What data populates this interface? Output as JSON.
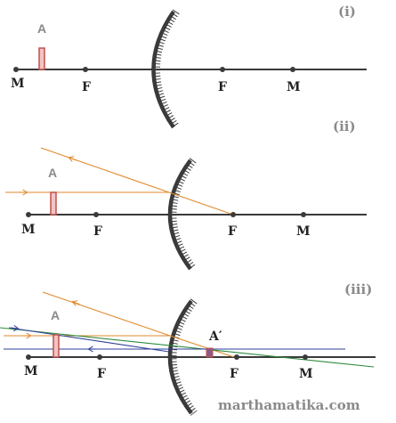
{
  "panels": [
    {
      "id": "i",
      "label": "(i)",
      "object_label": "A",
      "axis_points": [
        "M",
        "F",
        "F",
        "M"
      ]
    },
    {
      "id": "ii",
      "label": "(ii)",
      "object_label": "A",
      "axis_points": [
        "M",
        "F",
        "F",
        "M"
      ]
    },
    {
      "id": "iii",
      "label": "(iii)",
      "object_label": "A",
      "image_label": "A′",
      "axis_points": [
        "M",
        "F",
        "F",
        "M"
      ]
    }
  ],
  "watermark": "marthamatika.com",
  "colors": {
    "axis": "#3a3a3a",
    "mirror": "#3a3a3a",
    "object_stroke": "#c0504d",
    "object_fill": "#f2c4c4",
    "image_fill": "#8e5a86",
    "ray_orange": "#e08a2b",
    "ray_blue": "#2f3f9a",
    "ray_green": "#2e8b3e",
    "label_gray": "#8a8a8a"
  }
}
